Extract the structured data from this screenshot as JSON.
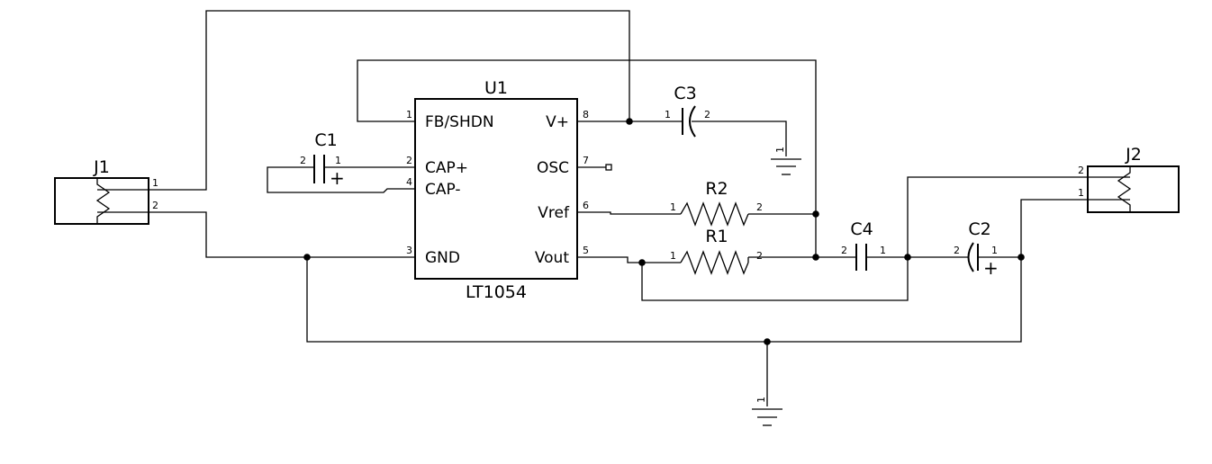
{
  "u1": {
    "ref": "U1",
    "part": "LT1054",
    "pins": [
      {
        "num": "1",
        "name": "FB/SHDN"
      },
      {
        "num": "2",
        "name": "CAP+"
      },
      {
        "num": "4",
        "name": "CAP-"
      },
      {
        "num": "3",
        "name": "GND"
      },
      {
        "num": "8",
        "name": "V+"
      },
      {
        "num": "7",
        "name": "OSC"
      },
      {
        "num": "6",
        "name": "Vref"
      },
      {
        "num": "5",
        "name": "Vout"
      }
    ]
  },
  "c1": {
    "ref": "C1",
    "pin_a": "2",
    "pin_b": "1",
    "polarity": "+"
  },
  "c2": {
    "ref": "C2",
    "pin_a": "2",
    "pin_b": "1",
    "polarity": "+"
  },
  "c3": {
    "ref": "C3",
    "pin_a": "1",
    "pin_b": "2"
  },
  "c4": {
    "ref": "C4",
    "pin_a": "2",
    "pin_b": "1"
  },
  "r1": {
    "ref": "R1",
    "pin_a": "1",
    "pin_b": "2"
  },
  "r2": {
    "ref": "R2",
    "pin_a": "1",
    "pin_b": "2"
  },
  "j1": {
    "ref": "J1",
    "pin_top": "1",
    "pin_bottom": "2"
  },
  "j2": {
    "ref": "J2",
    "pin_top": "2",
    "pin_bottom": "1"
  },
  "gnd_top": {
    "pin": "1"
  },
  "gnd_bottom": {
    "pin": "1"
  }
}
